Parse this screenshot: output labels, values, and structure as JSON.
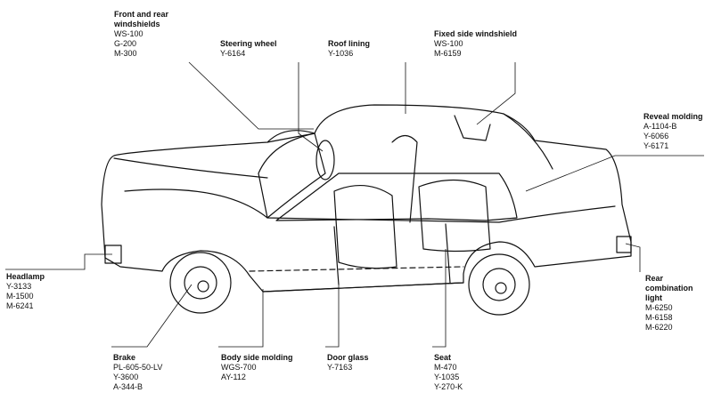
{
  "callouts": {
    "windshields": {
      "title": "Front and rear windshields",
      "codes": [
        "WS-100",
        "G-200",
        "M-300"
      ]
    },
    "steering": {
      "title": "Steering wheel",
      "codes": [
        "Y-6164"
      ]
    },
    "roof": {
      "title": "Roof lining",
      "codes": [
        "Y-1036"
      ]
    },
    "fixedside": {
      "title": "Fixed side windshield",
      "codes": [
        "WS-100",
        "M-6159"
      ]
    },
    "reveal": {
      "title": "Reveal molding",
      "codes": [
        "A-1104-B",
        "Y-6066",
        "Y-6171"
      ]
    },
    "headlamp": {
      "title": "Headlamp",
      "codes": [
        "Y-3133",
        "M-1500",
        "M-6241"
      ]
    },
    "rearcombo": {
      "title": "Rear combination light",
      "codes": [
        "M-6250",
        "M-6158",
        "M-6220"
      ]
    },
    "brake": {
      "title": "Brake",
      "codes": [
        "PL-605-50-LV",
        "Y-3600",
        "A-344-B"
      ]
    },
    "bodyside": {
      "title": "Body side molding",
      "codes": [
        "WGS-700",
        "AY-112"
      ]
    },
    "doorglass": {
      "title": "Door glass",
      "codes": [
        "Y-7163"
      ]
    },
    "seat": {
      "title": "Seat",
      "codes": [
        "M-470",
        "Y-1035",
        "Y-270-K"
      ]
    }
  }
}
